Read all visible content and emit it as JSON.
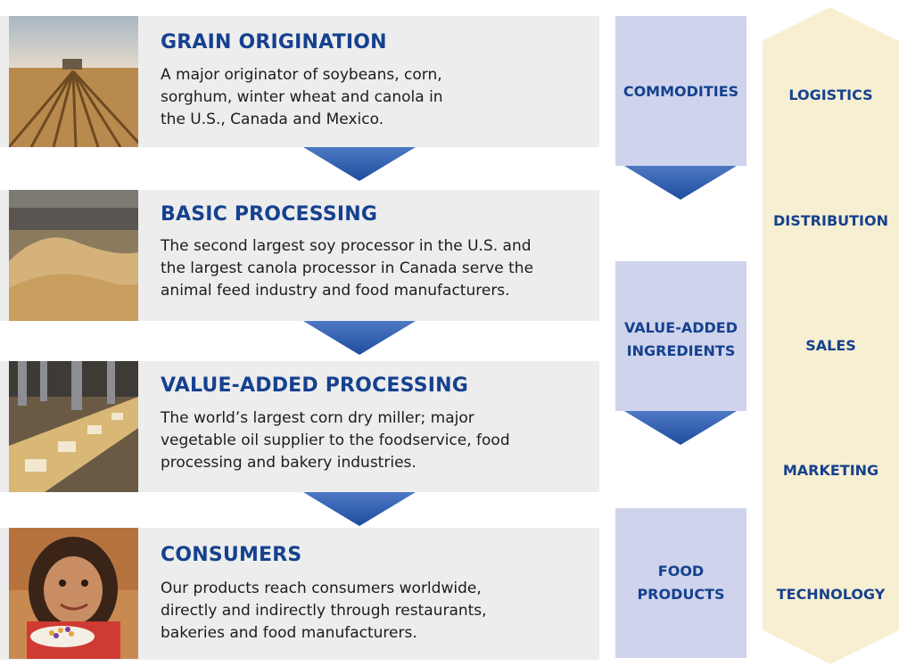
{
  "stages": [
    {
      "title": "GRAIN ORIGINATION",
      "lines": [
        "A major originator of soybeans, corn,",
        "sorghum, winter wheat and canola in",
        "the U.S., Canada and Mexico."
      ]
    },
    {
      "title": "BASIC PROCESSING",
      "lines": [
        "The second largest soy processor in the U.S. and",
        "the largest canola processor in Canada serve the",
        "animal feed industry and food manufacturers."
      ]
    },
    {
      "title": "VALUE-ADDED PROCESSING",
      "lines": [
        "The world’s largest corn dry miller; major",
        "vegetable oil supplier to the foodservice, food",
        "processing and bakery industries."
      ]
    },
    {
      "title": "CONSUMERS",
      "lines": [
        "Our products reach consumers worldwide,",
        "directly and indirectly through restaurants,",
        "bakeries and food manufacturers."
      ]
    }
  ],
  "outputs": [
    {
      "lines": [
        "COMMODITIES"
      ]
    },
    {
      "lines": [
        "VALUE-ADDED",
        "INGREDIENTS"
      ]
    },
    {
      "lines": [
        "FOOD",
        "PRODUCTS"
      ]
    }
  ],
  "capabilities": [
    "LOGISTICS",
    "DISTRIBUTION",
    "SALES",
    "MARKETING",
    "TECHNOLOGY"
  ],
  "colors": {
    "title": "#15418f",
    "stage_bg": "#ededed",
    "output_bg": "#cfd4ec",
    "arrow": "#2e5db3",
    "hex_bg": "#f7efd2"
  },
  "icons": [
    "field-harvest-photo",
    "grain-pile-photo",
    "processing-line-photo",
    "child-eating-cereal-photo",
    "down-arrow-icon"
  ]
}
